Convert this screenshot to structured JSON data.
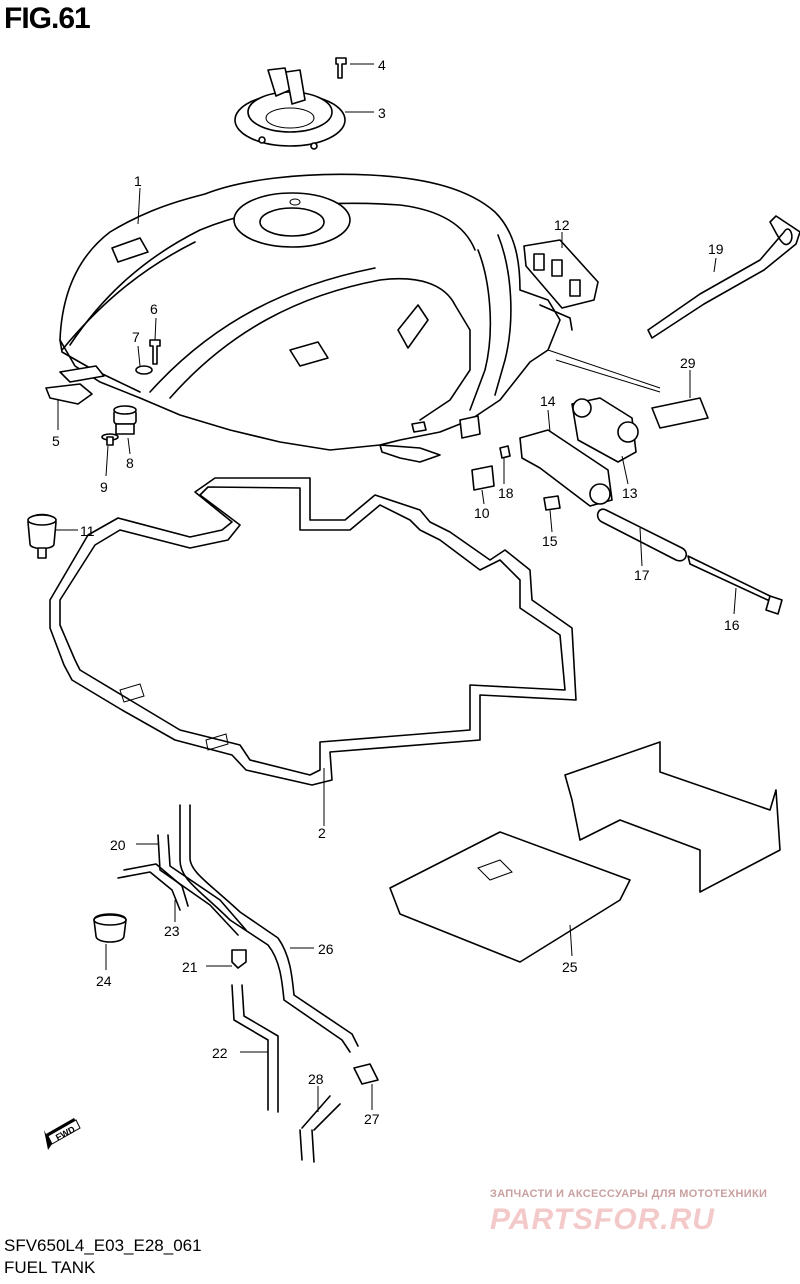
{
  "figure": {
    "title": "FIG.61",
    "code": "SFV650L4_E03_E28_061",
    "name": "FUEL TANK"
  },
  "watermark": {
    "tagline": "ЗАПЧАСТИ И АКСЕССУАРЫ ДЛЯ МОТОТЕХНИКИ",
    "logo": "PARTSFOR.RU"
  },
  "fwd_label": "FWD",
  "parts": [
    {
      "no": "1"
    },
    {
      "no": "2"
    },
    {
      "no": "3"
    },
    {
      "no": "4"
    },
    {
      "no": "5"
    },
    {
      "no": "6"
    },
    {
      "no": "7"
    },
    {
      "no": "8"
    },
    {
      "no": "9"
    },
    {
      "no": "10"
    },
    {
      "no": "11"
    },
    {
      "no": "12"
    },
    {
      "no": "13"
    },
    {
      "no": "14"
    },
    {
      "no": "15"
    },
    {
      "no": "16"
    },
    {
      "no": "17"
    },
    {
      "no": "18"
    },
    {
      "no": "19"
    },
    {
      "no": "20"
    },
    {
      "no": "21"
    },
    {
      "no": "22"
    },
    {
      "no": "23"
    },
    {
      "no": "24"
    },
    {
      "no": "25"
    },
    {
      "no": "26"
    },
    {
      "no": "27"
    },
    {
      "no": "28"
    },
    {
      "no": "29"
    }
  ]
}
